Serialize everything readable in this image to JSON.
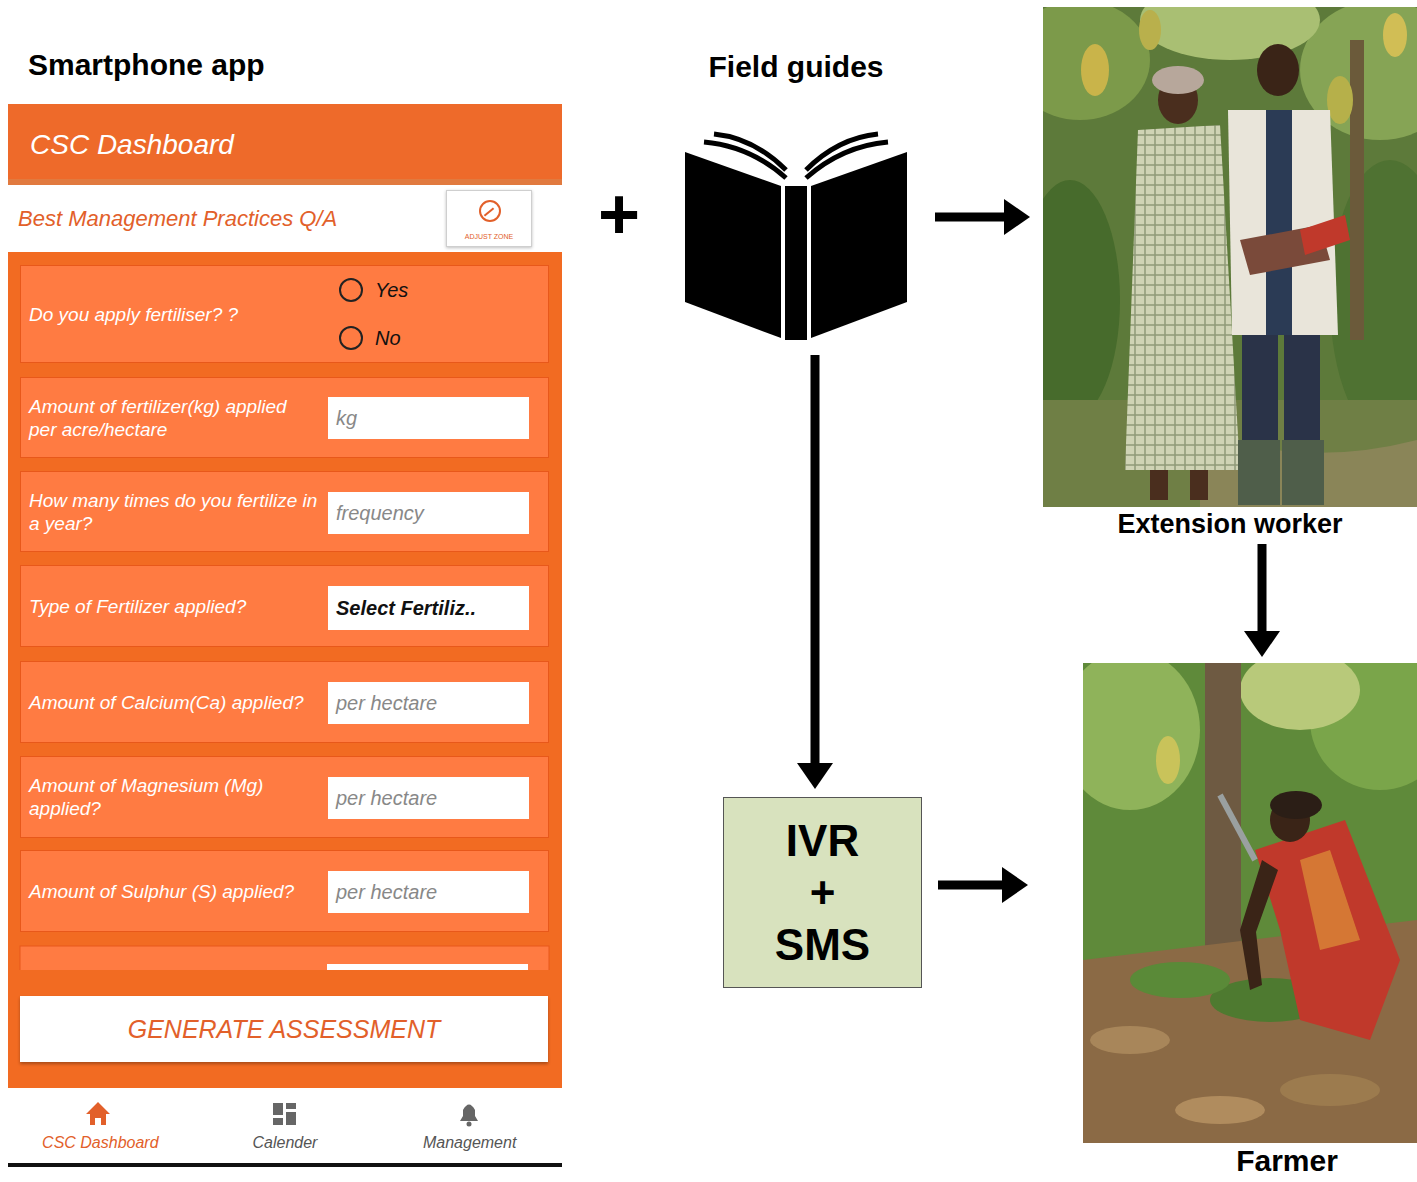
{
  "diagram": {
    "nodes": [
      {
        "text": [
          "Smartphone app"
        ]
      },
      {
        "text": [
          "CSC Dashboard"
        ],
        "in": 0
      },
      {
        "text": [
          "Best Management Practices Q/A"
        ],
        "in": 0
      },
      {
        "text": [
          "ADJUST ZONE"
        ],
        "in": 2
      },
      {
        "text": [
          "Do you apply fertiliser? ?",
          "Yes",
          "No"
        ],
        "in": 0
      },
      {
        "text": [
          "Amount of fertilizer(kg) applied per acre/hectare"
        ],
        "in": 0
      },
      {
        "text": [
          "kg"
        ],
        "in": 5
      },
      {
        "text": [
          "How many times do you fertilize in a year?"
        ],
        "in": 0
      },
      {
        "text": [
          "frequency"
        ],
        "in": 7
      },
      {
        "text": [
          "Type of Fertilizer applied?"
        ],
        "in": 0
      },
      {
        "text": [
          "Select Fertiliz.."
        ],
        "in": 9
      },
      {
        "text": [
          "Amount of Calcium(Ca) applied?"
        ],
        "in": 0
      },
      {
        "text": [
          "per hectare"
        ],
        "in": 11
      },
      {
        "text": [
          "Amount of Magnesium (Mg) applied?"
        ],
        "in": 0
      },
      {
        "text": [
          "per hectare"
        ],
        "in": 13
      },
      {
        "text": [
          "Amount of Sulphur (S) applied?"
        ],
        "in": 0
      },
      {
        "text": [
          "per hectare"
        ],
        "in": 15
      },
      {
        "text": [
          "GENERATE ASSESSMENT"
        ],
        "in": 0
      },
      {
        "text": [
          "CSC Dashboard",
          "Calender",
          "Management"
        ],
        "in": 0
      },
      {
        "text": [
          "Field guides"
        ]
      },
      {
        "text": [
          "Extension worker"
        ]
      },
      {
        "text": [
          "IVR + SMS"
        ]
      },
      {
        "text": [
          "Farmer"
        ]
      }
    ],
    "edges": [
      {
        "from": 19,
        "to": 20,
        "arrow": "to"
      },
      {
        "from": 19,
        "to": 21,
        "arrow": "to"
      },
      {
        "from": 20,
        "to": 22,
        "arrow": "to"
      },
      {
        "from": 21,
        "to": 22,
        "arrow": "to"
      }
    ],
    "labels": [
      "+"
    ]
  }
}
